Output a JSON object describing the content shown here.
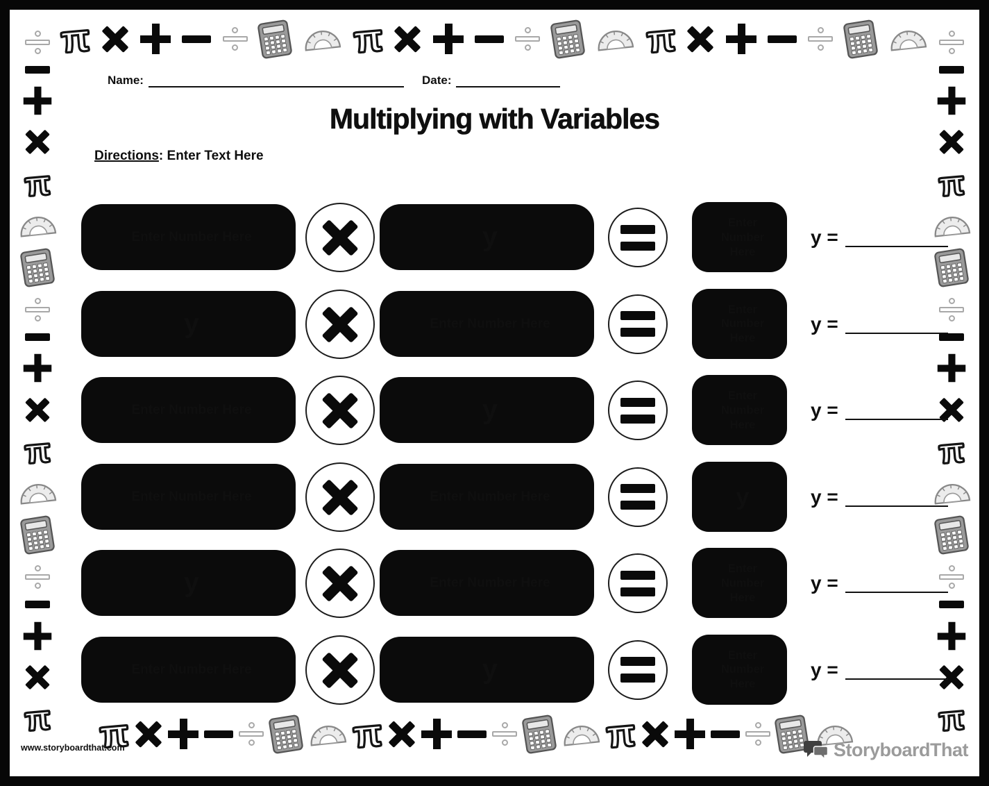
{
  "page": {
    "name_label": "Name:",
    "date_label": "Date:",
    "title": "Multiplying with Variables",
    "directions_label": "Directions",
    "directions_separator": ":",
    "directions_text": "Enter Text Here"
  },
  "variable": "y",
  "answer_label": "y =",
  "operators": {
    "multiply": "×",
    "equals": "="
  },
  "rows": [
    {
      "left": "Enter Number Here",
      "right": "y",
      "result": "Enter Number Here"
    },
    {
      "left": "y",
      "right": "Enter Number Here",
      "result": "Enter Number Here"
    },
    {
      "left": "Enter Number Here",
      "right": "y",
      "result": "Enter Number Here"
    },
    {
      "left": "Enter Number Here",
      "right": "Enter Number Here",
      "result": "y"
    },
    {
      "left": "y",
      "right": "Enter Number Here",
      "result": "Enter Number Here"
    },
    {
      "left": "Enter Number Here",
      "right": "y",
      "result": "Enter Number Here"
    }
  ],
  "icon_glyphs": {
    "pi": "π",
    "multiply": "×",
    "plus": "+",
    "minus": "−",
    "divide": "÷"
  },
  "border": {
    "top": [
      "pi",
      "multiply",
      "plus",
      "minus",
      "divide",
      "calculator",
      "protractor",
      "pi",
      "multiply",
      "plus",
      "minus",
      "divide",
      "calculator",
      "protractor",
      "pi",
      "multiply",
      "plus",
      "minus",
      "divide",
      "calculator",
      "protractor"
    ],
    "left": [
      "divide",
      "minus",
      "plus",
      "multiply",
      "pi",
      "protractor",
      "calculator",
      "divide",
      "minus",
      "plus",
      "multiply",
      "pi",
      "protractor",
      "calculator",
      "divide",
      "minus",
      "plus",
      "multiply",
      "pi"
    ],
    "right": [
      "divide",
      "minus",
      "plus",
      "multiply",
      "pi",
      "protractor",
      "calculator",
      "divide",
      "minus",
      "plus",
      "multiply",
      "pi",
      "protractor",
      "calculator",
      "divide",
      "minus",
      "plus",
      "multiply",
      "pi"
    ],
    "bottom": [
      "pi",
      "multiply",
      "plus",
      "minus",
      "divide",
      "calculator",
      "protractor",
      "pi",
      "multiply",
      "plus",
      "minus",
      "divide",
      "calculator",
      "protractor",
      "pi",
      "multiply",
      "plus",
      "minus",
      "divide",
      "calculator",
      "protractor"
    ]
  },
  "footer": {
    "url": "www.storyboardthat.com",
    "brand": "StoryboardThat"
  },
  "colors": {
    "ink": "#0a0a0a",
    "icon_gray": "#9a9a9a",
    "brand_gray": "#9b9b9b"
  }
}
